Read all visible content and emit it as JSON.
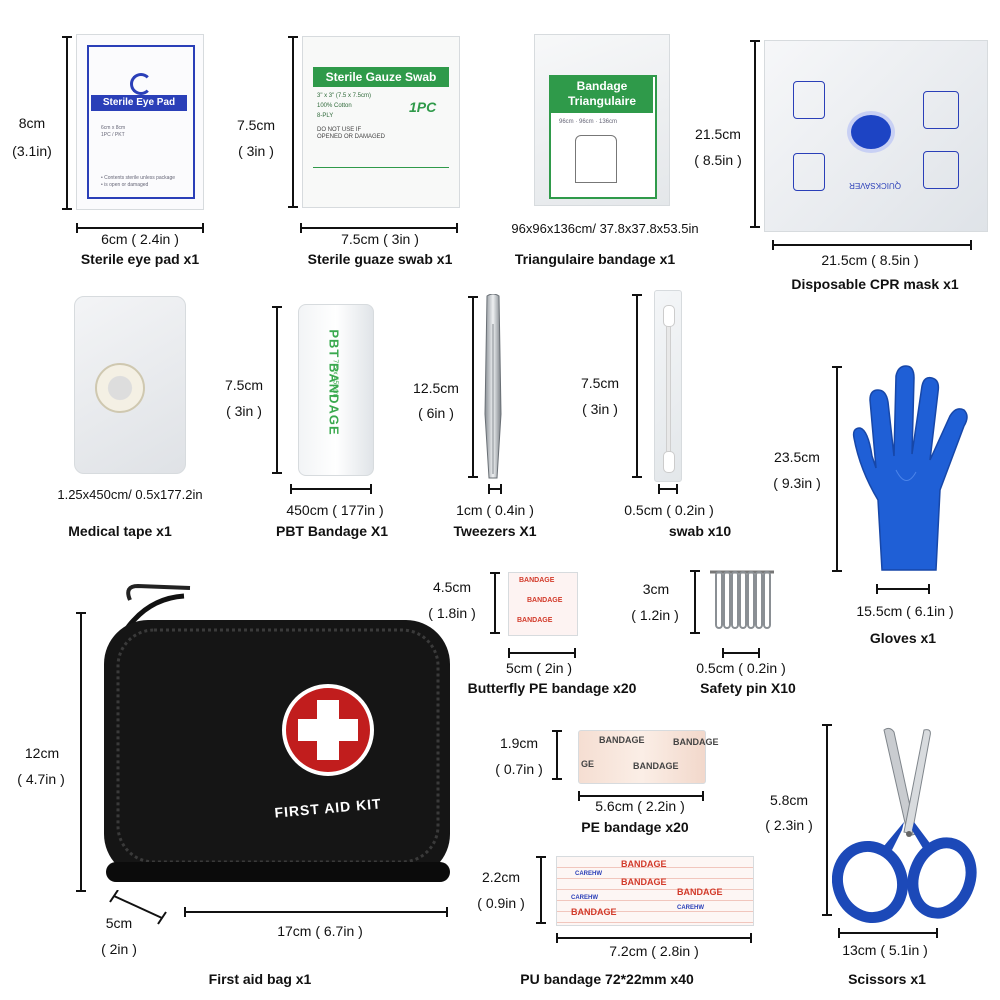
{
  "eye_pad": {
    "height": "8cm",
    "height_in": "(3.1in)",
    "width": "6cm ( 2.4in )",
    "caption": "Sterile eye pad x1",
    "pack_label": "Sterile Eye Pad"
  },
  "gauze": {
    "height": "7.5cm",
    "height_in": "( 3in )",
    "width": "7.5cm ( 3in )",
    "caption": "Sterile guaze swab x1",
    "pack_label": "Sterile Gauze Swab",
    "pack_sub": "3\" x 3\" (7.5 x 7.5cm)",
    "pack_cotton": "100% Cotton",
    "pack_ply": "8-PLY",
    "pack_warn": "DO NOT USE IF OPENED OR DAMAGED",
    "pack_pc": "1PC"
  },
  "triangular": {
    "dims": "96x96x136cm/ 37.8x37.8x53.5in",
    "caption": "Triangulaire bandage x1",
    "pack_label": "Bandage Triangulaire",
    "pack_size": "96cm · 96cm · 136cm"
  },
  "cpr": {
    "height": "21.5cm",
    "height_in": "( 8.5in )",
    "width": "21.5cm ( 8.5in )",
    "caption": "Disposable CPR mask x1",
    "pack_text": "QUICKSAVER"
  },
  "tape": {
    "dims": "1.25x450cm/ 0.5x177.2in",
    "caption": "Medical tape x1"
  },
  "pbt": {
    "height": "7.5cm",
    "height_in": "( 3in )",
    "width": "450cm ( 177in )",
    "caption": "PBT Bandage X1",
    "pack_label": "PBT BANDAGE",
    "pack_size": "7.5 x 450cm"
  },
  "tweezers": {
    "height": "12.5cm",
    "height_in": "( 6in )",
    "width": "1cm ( 0.4in )",
    "caption": "Tweezers X1"
  },
  "swab": {
    "height": "7.5cm",
    "height_in": "( 3in )",
    "width": "0.5cm ( 0.2in )",
    "caption": "swab x10"
  },
  "gloves": {
    "height": "23.5cm",
    "height_in": "( 9.3in )",
    "width": "15.5cm ( 6.1in )",
    "caption": "Gloves x1"
  },
  "butterfly": {
    "height": "4.5cm",
    "height_in": "( 1.8in )",
    "width": "5cm ( 2in )",
    "caption": "Butterfly PE bandage x20",
    "pack_label": "BANDAGE"
  },
  "safety_pin": {
    "height": "3cm",
    "height_in": "( 1.2in )",
    "width": "0.5cm ( 0.2in )",
    "caption": "Safety pin X10"
  },
  "bag": {
    "height": "12cm",
    "height_in": "( 4.7in )",
    "depth": "5cm",
    "depth_in": "( 2in )",
    "width": "17cm ( 6.7in )",
    "caption": "First aid bag x1",
    "label": "FIRST AID KIT"
  },
  "pe": {
    "height": "1.9cm",
    "height_in": "( 0.7in )",
    "width": "5.6cm ( 2.2in )",
    "caption": "PE bandage x20",
    "pack_label": "BANDAGE",
    "pack_label2": "GE"
  },
  "pu": {
    "height": "2.2cm",
    "height_in": "( 0.9in )",
    "width": "7.2cm ( 2.8in )",
    "caption": "PU bandage 72*22mm x40",
    "pack_label": "BANDAGE",
    "brand": "CAREHW"
  },
  "scissors": {
    "height": "5.8cm",
    "height_in": "( 2.3in )",
    "width": "13cm ( 5.1in )",
    "caption": "Scissors x1"
  },
  "colors": {
    "eye_blue": "#2a3fb8",
    "gauze_green": "#2f9a4a",
    "bandage_red": "#d23a2a",
    "glove_blue": "#1f5fd6",
    "scissor_blue": "#1c49b8",
    "kit_black": "#151515",
    "cross_red": "#c11d1d"
  }
}
